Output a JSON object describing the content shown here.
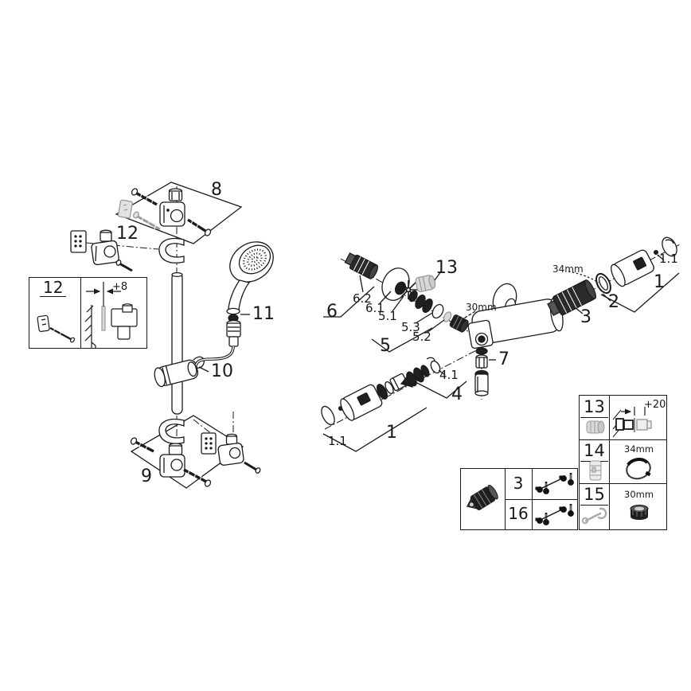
{
  "colors": {
    "ink": "#1a1a1a",
    "muted_gray": "#9a9a9a",
    "part_gray_fill": "#d9d9d9",
    "dark_fill": "#1f1f1f",
    "background": "#ffffff"
  },
  "shower_rail_diagram": {
    "top_bracket": "8",
    "anchor_kit": "12",
    "inset": {
      "part": "12",
      "wall_offset": "+8"
    },
    "gasket": "11",
    "glide_holder": "10",
    "bottom_bracket": "9"
  },
  "mixer_diagram": {
    "check_valve_group": "6",
    "check_valve": "6.2",
    "escutcheon": "6.1",
    "diverter_group": "5",
    "diverter_seal": "5.1",
    "diverter_sleeve": "5.3",
    "diverter_ring": "5.2",
    "extension_cap": "13",
    "nut_size": "30mm",
    "ring_size": "34mm",
    "cartridge": "3",
    "stop_ring": "2",
    "handle_right": "1",
    "handle_screw_right": "1.1",
    "outlet_connector": "7",
    "outlet_valve_group": "4",
    "outlet_valve_ring": "4.1",
    "handle_bottom": "1",
    "handle_screw_bottom": "1.1"
  },
  "service_tables": {
    "parts_variants": {
      "rows": [
        {
          "part": "3"
        },
        {
          "part": "16"
        }
      ]
    },
    "tools_and_spares": {
      "rows": [
        {
          "part": "13",
          "note": "+20"
        },
        {
          "part": "14",
          "note": "34mm"
        },
        {
          "part": "15",
          "note": "30mm"
        }
      ]
    }
  }
}
